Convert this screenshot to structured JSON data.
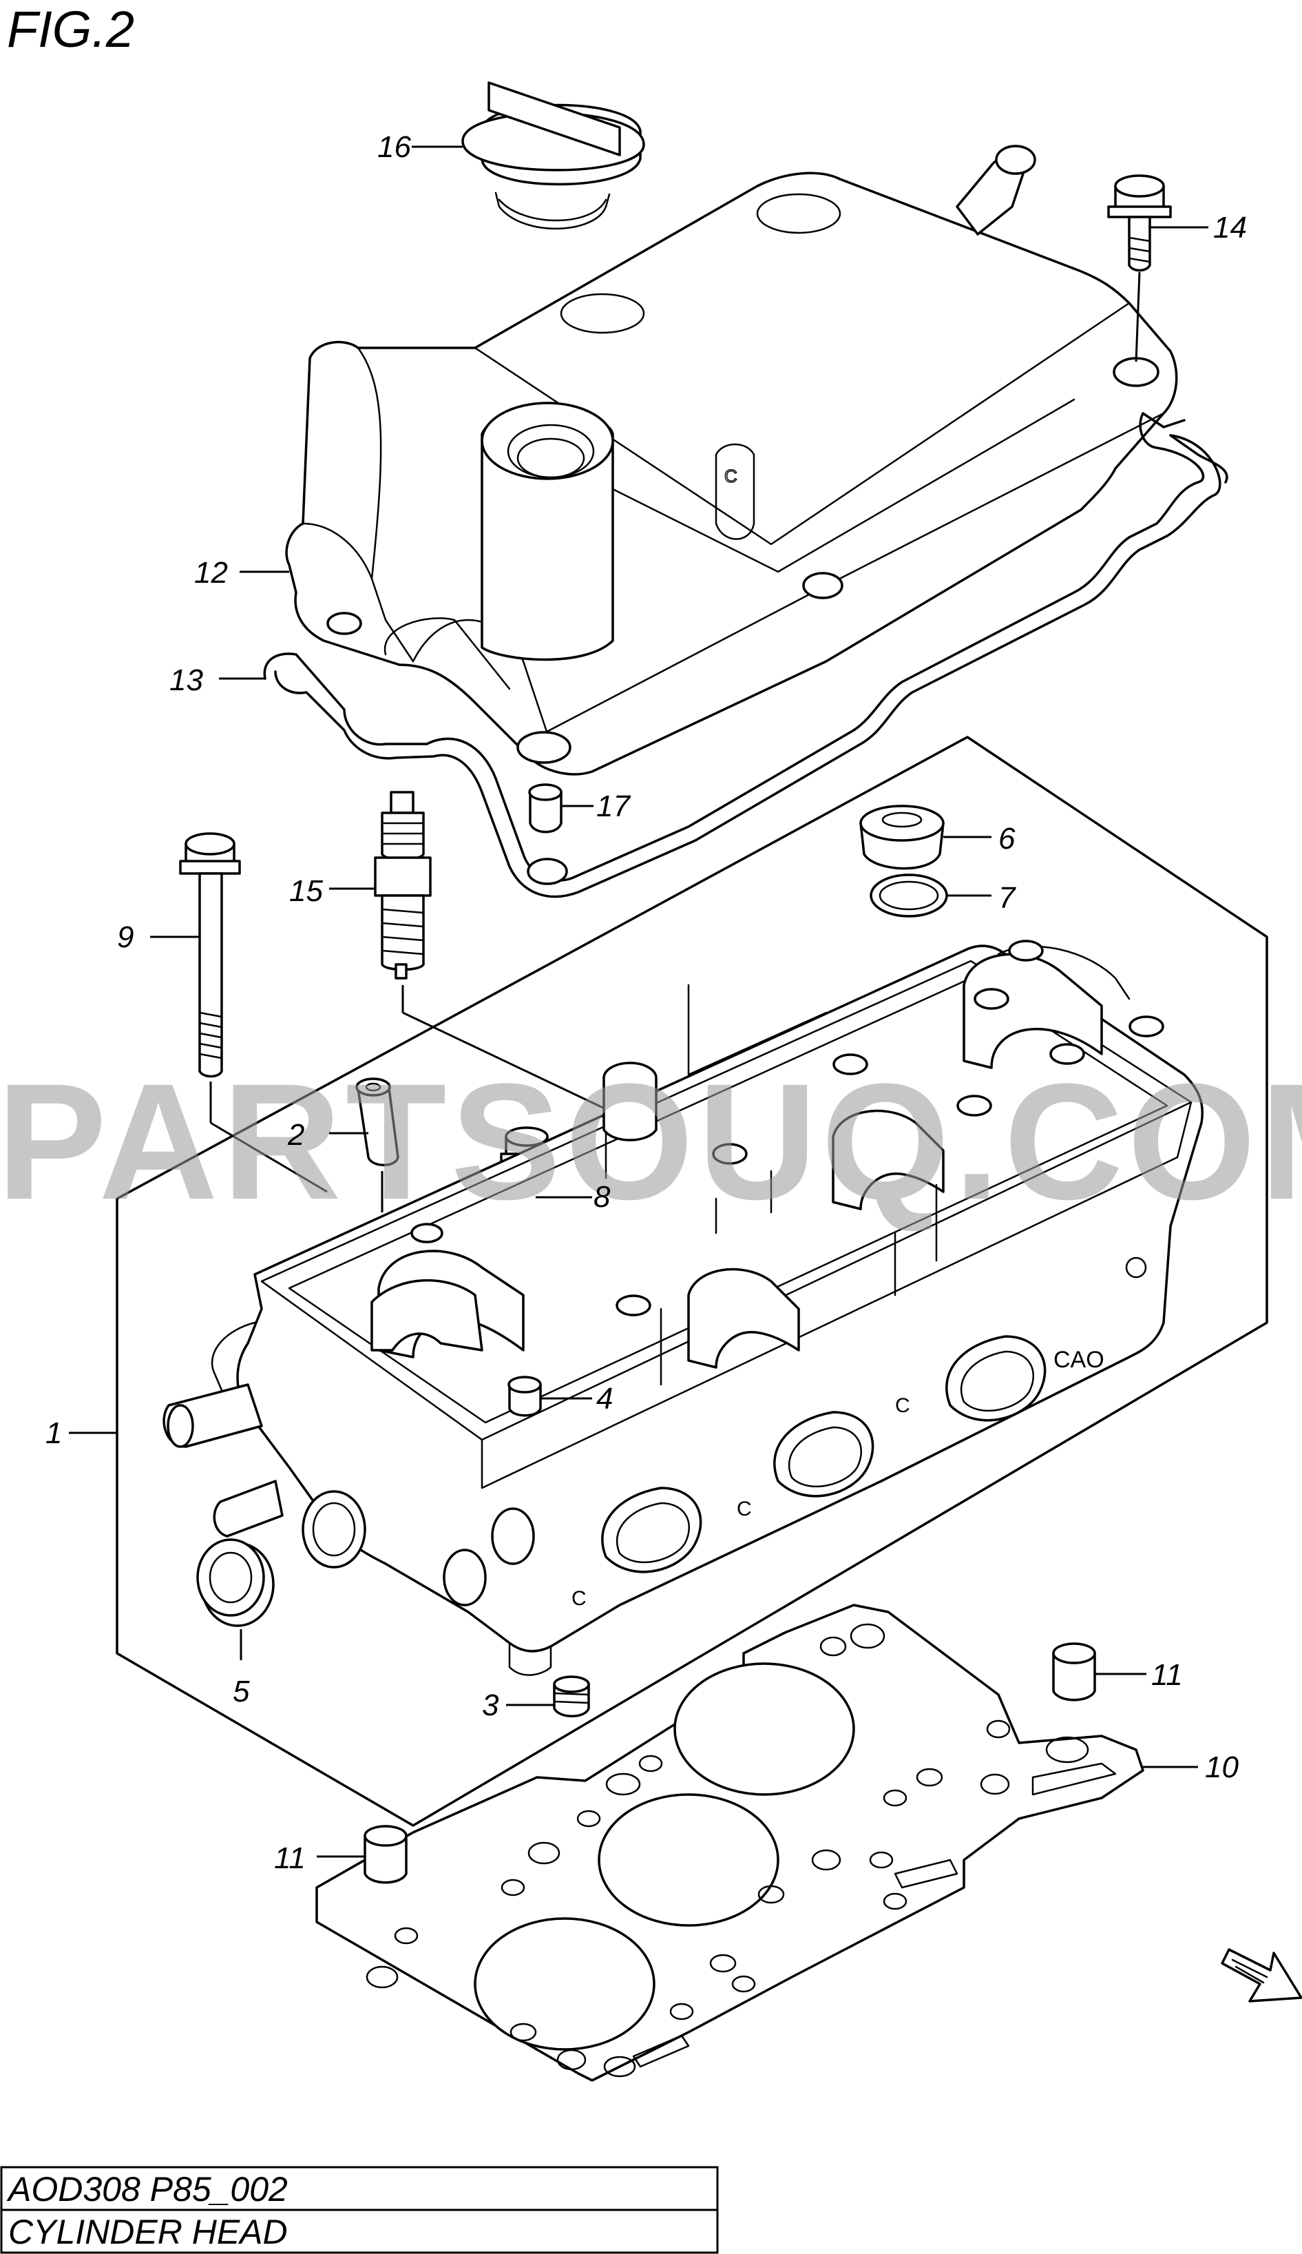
{
  "figure_label": "FIG.2",
  "watermark": "PARTSOUQ.COM",
  "title_block": {
    "code": "AOD308 P85_002",
    "name": "CYLINDER HEAD"
  },
  "callouts": [
    "1",
    "2",
    "3",
    "4",
    "5",
    "6",
    "7",
    "8",
    "9",
    "10",
    "11",
    "11",
    "12",
    "13",
    "14",
    "15",
    "16",
    "17"
  ]
}
